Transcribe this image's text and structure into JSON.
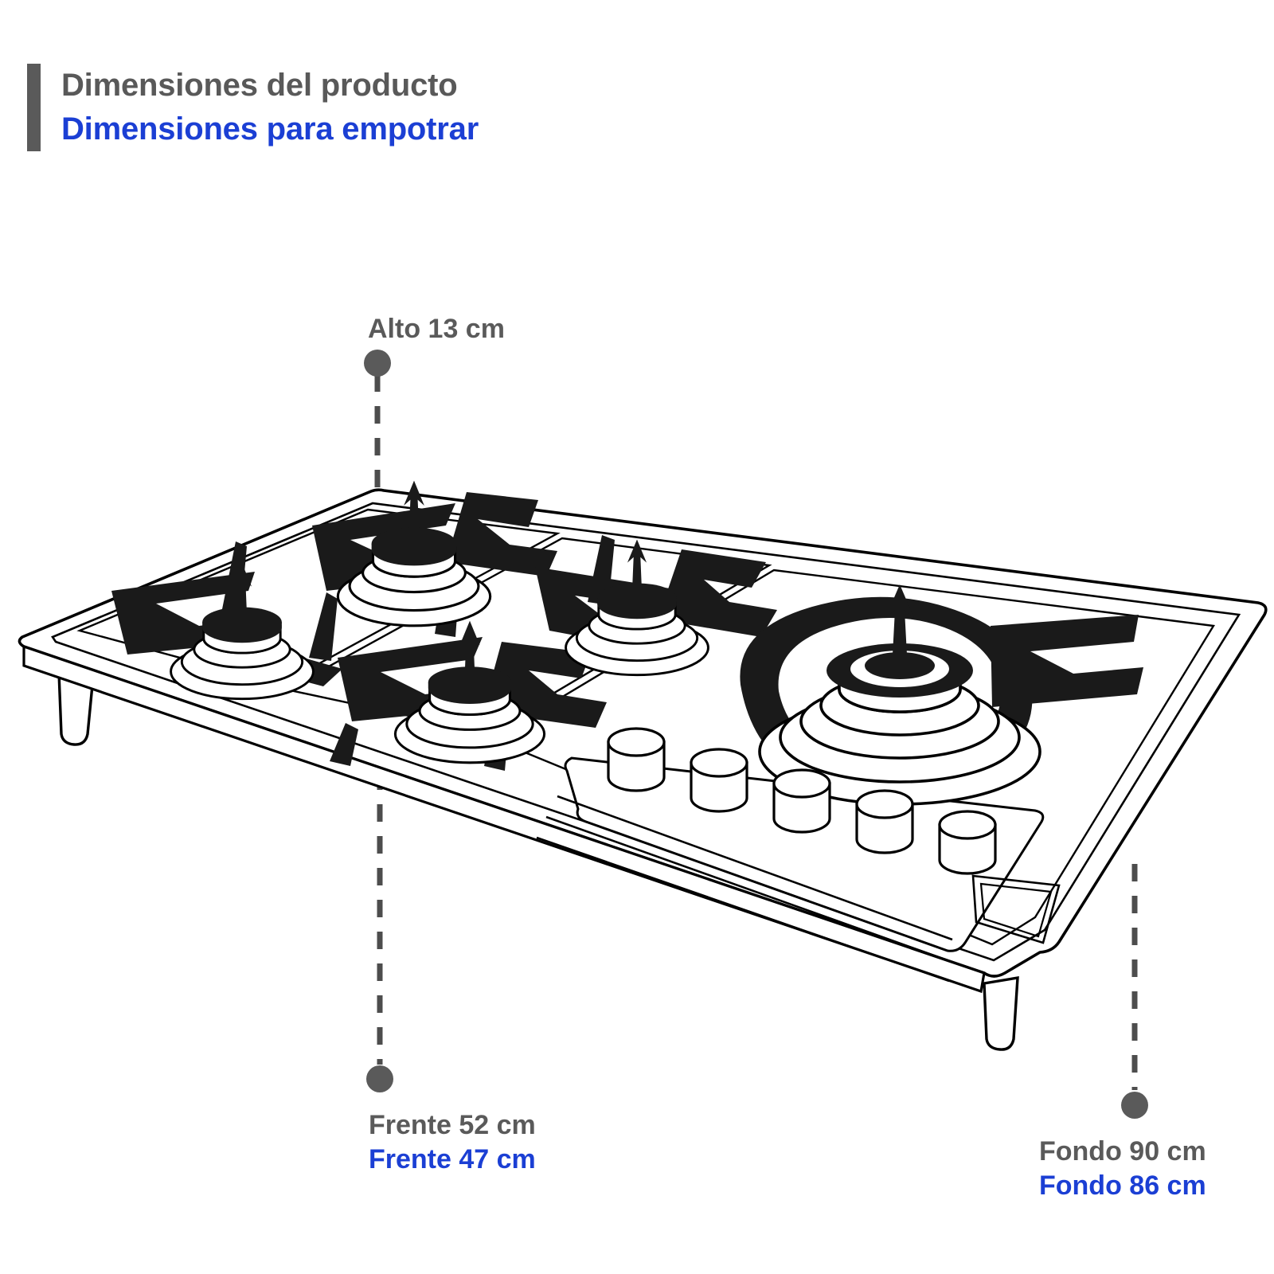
{
  "header": {
    "accent_color": "#5a5a5a",
    "line_product": "Dimensiones del producto",
    "line_builtin": "Dimensiones para empotrar",
    "color_product": "#595959",
    "color_builtin": "#1b3fd4"
  },
  "callouts": {
    "height": {
      "product": "Alto 13 cm"
    },
    "front": {
      "product": "Frente 52 cm",
      "builtin": "Frente 47 cm"
    },
    "depth": {
      "product": "Fondo 90 cm",
      "builtin": "Fondo 86 cm"
    }
  },
  "product": {
    "type": "gas-cooktop",
    "burner_count": 5,
    "knob_count": 5,
    "leg_count": 2,
    "line_color": "#000000",
    "grate_color": "#1a1a1a",
    "body_color": "#ffffff"
  },
  "leader_lines": {
    "color": "#4d4d4d",
    "dot_color": "#5a5a5a",
    "style": "dashed"
  }
}
